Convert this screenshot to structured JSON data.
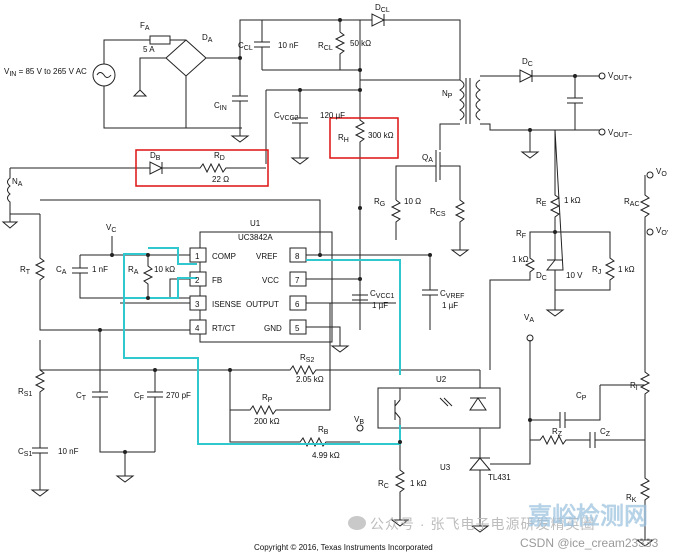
{
  "title_ic": "U1",
  "ic_part": "UC3842A",
  "pins": {
    "p1": {
      "num": "1",
      "name": "COMP"
    },
    "p2": {
      "num": "2",
      "name": "FB"
    },
    "p3": {
      "num": "3",
      "name": "ISENSE"
    },
    "p4": {
      "num": "4",
      "name": "RT/CT"
    },
    "p5": {
      "num": "5",
      "name": "GND"
    },
    "p6": {
      "num": "6",
      "name": "OUTPUT"
    },
    "p7": {
      "num": "7",
      "name": "VCC"
    },
    "p8": {
      "num": "8",
      "name": "VREF"
    }
  },
  "labels": {
    "fa": "F",
    "fa_sub": "A",
    "fa_val": "5 A",
    "da": "D",
    "da_sub": "A",
    "vin": "V",
    "vin_sub": "IN",
    "vin_val": " = 85 V to 265 V AC",
    "cin": "C",
    "cin_sub": "IN",
    "ccl": "C",
    "ccl_sub": "CL",
    "ccl_val": "10 nF",
    "rcl": "R",
    "rcl_sub": "CL",
    "rcl_val": "50 kΩ",
    "dcl": "D",
    "dcl_sub": "CL",
    "np": "N",
    "np_sub": "P",
    "dc": "D",
    "dc_sub": "C",
    "vout_p": "V",
    "vout_p_sub": "OUT+",
    "vout_m": "V",
    "vout_m_sub": "OUT−",
    "cvcc2": "C",
    "cvcc2_sub": "VCC2",
    "cvcc2_val": "120 µF",
    "rh": "R",
    "rh_sub": "H",
    "rh_val": "300 kΩ",
    "db": "D",
    "db_sub": "B",
    "rd": "R",
    "rd_sub": "D",
    "rd_val": "22 Ω",
    "na": "N",
    "na_sub": "A",
    "qa": "Q",
    "qa_sub": "A",
    "rg": "R",
    "rg_sub": "G",
    "rg_val": "10 Ω",
    "rcs": "R",
    "rcs_sub": "CS",
    "re": "R",
    "re_sub": "E",
    "re_val": "1 kΩ",
    "rac": "R",
    "rac_sub": "AC",
    "vo": "V",
    "vo_sub": "O",
    "vo2": "V",
    "vo2_sub": "O'",
    "vc": "V",
    "vc_sub": "C",
    "rt": "R",
    "rt_sub": "T",
    "ca": "C",
    "ca_sub": "A",
    "ca_val": "1 nF",
    "ra": "R",
    "ra_sub": "A",
    "ra_val": "10 kΩ",
    "rf": "R",
    "rf_sub": "F",
    "rf_val": "1 kΩ",
    "dz": "D",
    "dz_sub": "C",
    "dz_val": "10 V",
    "rj": "R",
    "rj_sub": "J",
    "rj_val": "1 kΩ",
    "cvcc1": "C",
    "cvcc1_sub": "VCC1",
    "cvcc1_val": "1 µF",
    "cvref": "C",
    "cvref_sub": "VREF",
    "cvref_val": "1 µF",
    "rs1": "R",
    "rs1_sub": "S1",
    "rs2": "R",
    "rs2_sub": "S2",
    "rs2_val": "2.05 kΩ",
    "ct": "C",
    "ct_sub": "T",
    "cf": "C",
    "cf_sub": "F",
    "cf_val": "270 pF",
    "va": "V",
    "va_sub": "A",
    "u2": "U2",
    "rp": "R",
    "rp_sub": "P",
    "rp_val": "200 kΩ",
    "cp": "C",
    "cp_sub": "P",
    "ri": "R",
    "ri_sub": "I",
    "rb": "R",
    "rb_sub": "B",
    "rb_val": "4.99 kΩ",
    "vb": "V",
    "vb_sub": "B",
    "rz": "R",
    "rz_sub": "Z",
    "cz": "C",
    "cz_sub": "Z",
    "cs1": "C",
    "cs1_sub": "S1",
    "cs1_val": "10 nF",
    "u3": "U3",
    "rc": "R",
    "rc_sub": "C",
    "rc_val": "1 kΩ",
    "tl431": "TL431",
    "rk": "R",
    "rk_sub": "K"
  },
  "copyright": "Copyright © 2016, Texas Instruments Incorporated",
  "watermark_cn": "嘉峪检测网",
  "wechat": "公众号 · 张飞电子电源研发精英圈",
  "csdn": "CSDN @ice_cream23333"
}
